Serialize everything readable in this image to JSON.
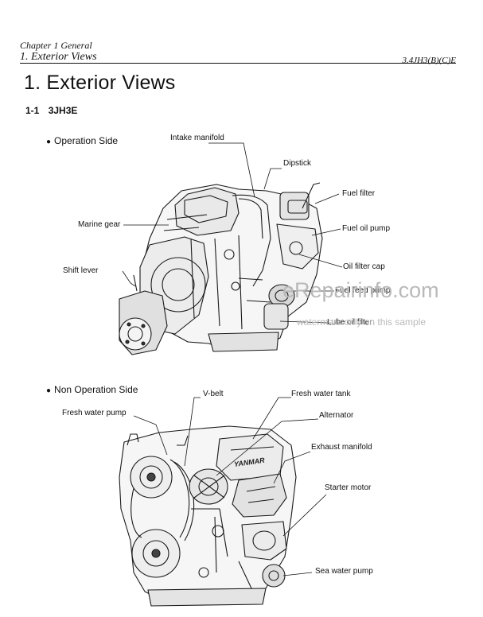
{
  "header": {
    "chapter": "Chapter 1 General",
    "section": "1. Exterior Views",
    "model": "3.4JH3(B)(C)E"
  },
  "page_title": "1. Exterior Views",
  "subsection": {
    "number": "1-1",
    "title": "3JH3E"
  },
  "operation_side": {
    "heading": "Operation Side",
    "labels": {
      "intake_manifold": "Intake manifold",
      "dipstick": "Dipstick",
      "fuel_filter": "Fuel filter",
      "marine_gear": "Marine gear",
      "fuel_oil_pump": "Fuel oil pump",
      "shift_lever": "Shift lever",
      "oil_filter_cap": "Oil filter cap",
      "fuel_feed_pump": "Fuel feed pump",
      "lube_oil_filter": "Lube oil filter"
    }
  },
  "non_operation_side": {
    "heading": "Non Operation Side",
    "labels": {
      "v_belt": "V-belt",
      "fresh_water_tank": "Fresh water tank",
      "fresh_water_pump": "Fresh water pump",
      "alternator": "Alternator",
      "exhaust_manifold": "Exhaust manifold",
      "starter_motor": "Starter motor",
      "sea_water_pump": "Sea water pump"
    },
    "engine_brand": "YANMAR"
  },
  "watermark": {
    "site": "eRepairinfo.com",
    "note": "watermark only on this sample"
  }
}
